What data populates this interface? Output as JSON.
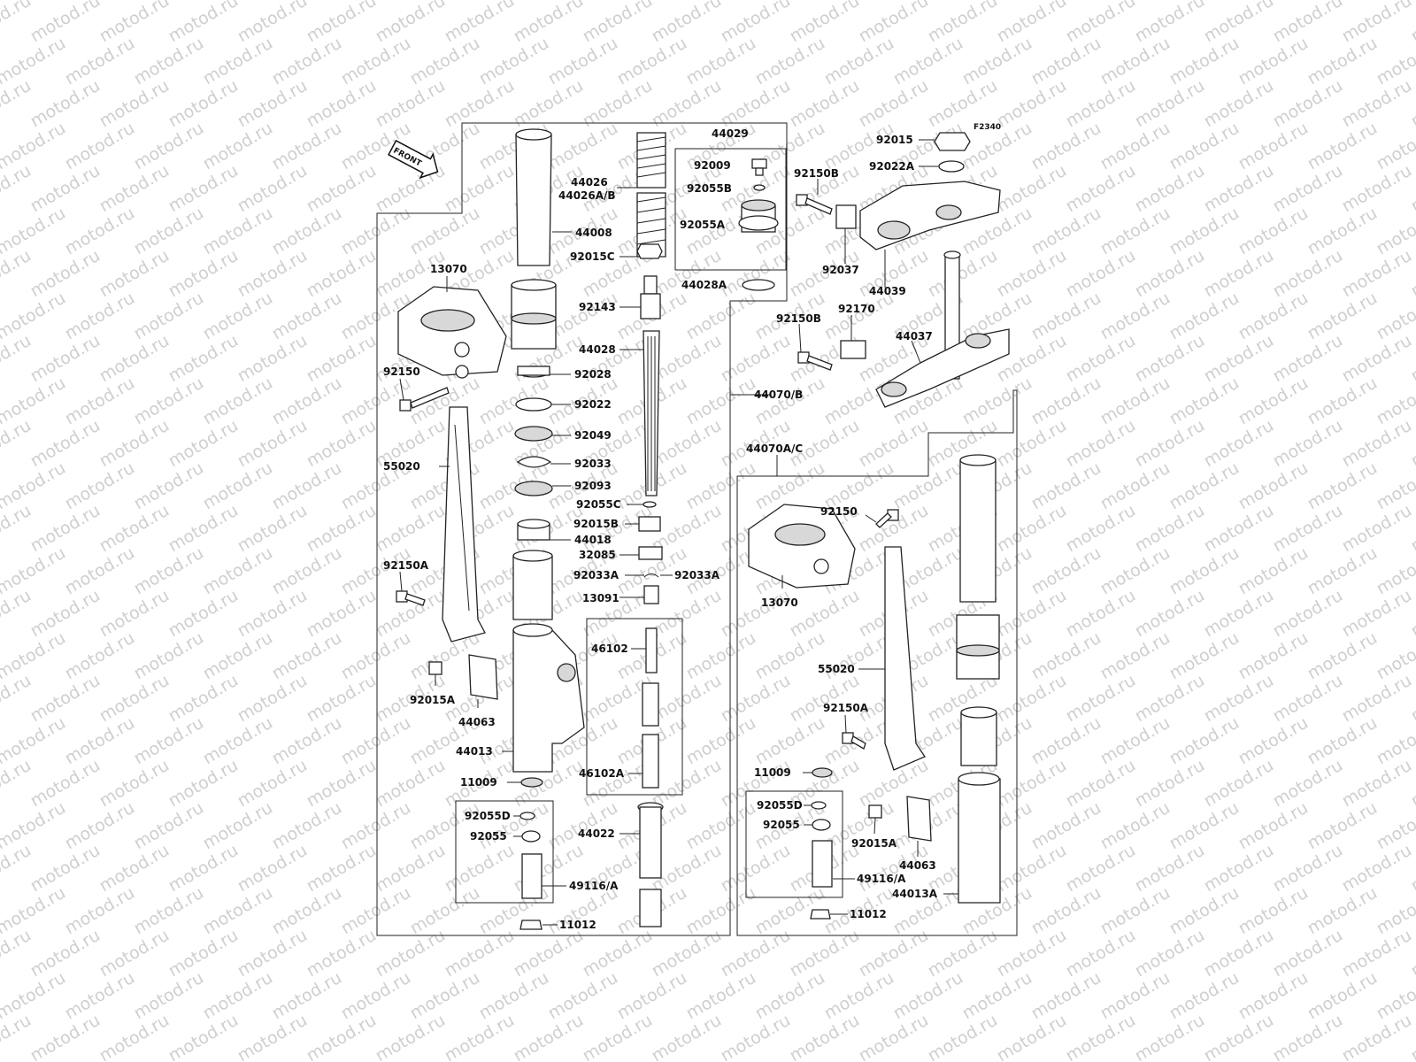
{
  "watermark": "motod.ru",
  "figure_code": "F2340",
  "front_label": "FRONT",
  "labels": {
    "p44029": "44029",
    "p44026": "44026",
    "p44026ab": "44026A/B",
    "p92009": "92009",
    "p92055b": "92055B",
    "p44008": "44008",
    "p92015c": "92015C",
    "p92055a": "92055A",
    "p44028a": "44028A",
    "p92143": "92143",
    "p13070": "13070",
    "p44028": "44028",
    "p92150": "92150",
    "p92028": "92028",
    "p92022": "92022",
    "p92049": "92049",
    "p92033": "92033",
    "p55020": "55020",
    "p92093": "92093",
    "p92055c": "92055C",
    "p92015b": "92015B",
    "p44018": "44018",
    "p32085": "32085",
    "p92150a": "92150A",
    "p92033a_l": "92033A",
    "p92033a_r": "92033A",
    "p13091": "13091",
    "p46102": "46102",
    "p92015a": "92015A",
    "p44063": "44063",
    "p44013": "44013",
    "p46102a": "46102A",
    "p11009": "11009",
    "p92055d": "92055D",
    "p92055": "92055",
    "p44022": "44022",
    "p49116a": "49116/A",
    "p11012": "11012",
    "p92015": "92015",
    "p92022a": "92022A",
    "p92150b": "92150B",
    "p92037": "92037",
    "p44039": "44039",
    "p92150b2": "92150B",
    "p92170": "92170",
    "p44037": "44037",
    "p44070b": "44070/B",
    "p44070ac": "44070A/C",
    "r92150": "92150",
    "r13070": "13070",
    "r55020": "55020",
    "r92150a": "92150A",
    "r11009": "11009",
    "r92055d": "92055D",
    "r92055": "92055",
    "r92015a": "92015A",
    "r44063": "44063",
    "r49116a": "49116/A",
    "r44013a": "44013A",
    "r11012": "11012"
  }
}
